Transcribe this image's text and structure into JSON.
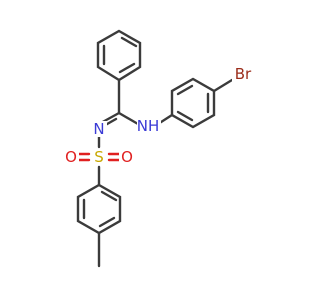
{
  "atoms": {
    "br": {
      "label": "Br",
      "color": "#9b2c1a"
    },
    "nh": {
      "label": "NH",
      "color": "#3b3bd6"
    },
    "n": {
      "label": "N",
      "color": "#3b3bd6"
    },
    "s": {
      "label": "S",
      "color": "#c8a800"
    },
    "o_left": {
      "label": "O",
      "color": "#e02020"
    },
    "o_right": {
      "label": "O",
      "color": "#e02020"
    }
  },
  "colors": {
    "bond": "#3b3b3b",
    "background": "#ffffff"
  }
}
